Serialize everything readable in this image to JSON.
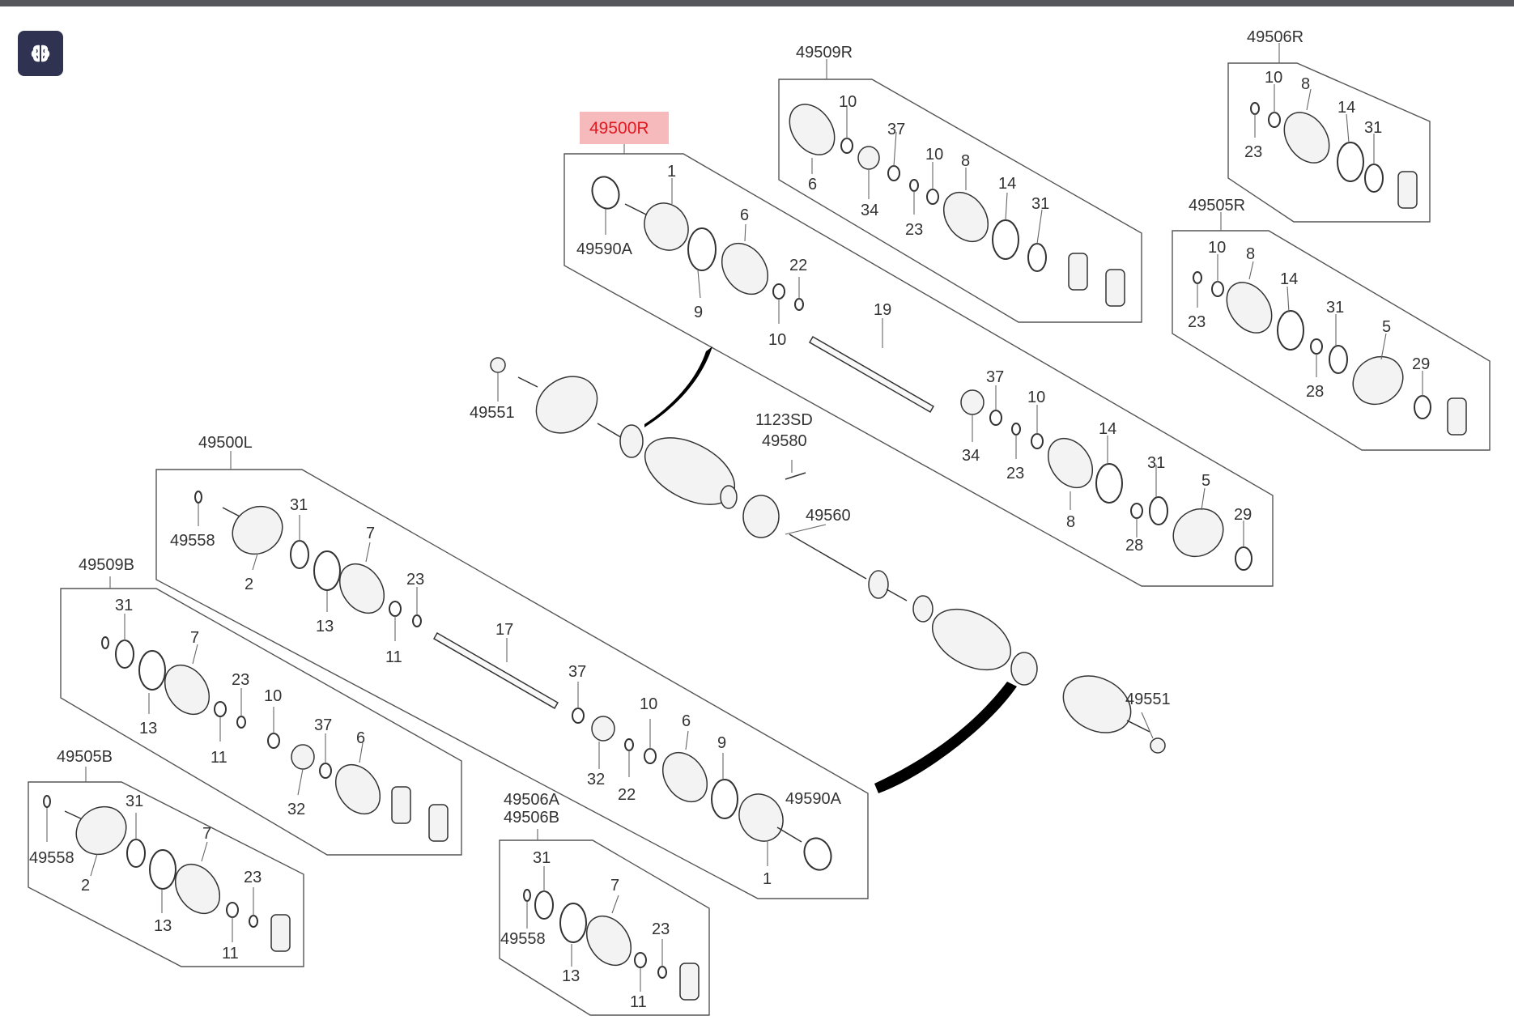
{
  "ui": {
    "accent_color": "#2f3250",
    "menu_icon": "brain-icon",
    "highlight_color": "#f6b9bc",
    "highlight_text_color": "#e01a22"
  },
  "highlighted": "49500R",
  "groups": {
    "49500R": [
      "49590A",
      "1",
      "9",
      "6",
      "22",
      "10",
      "19",
      "37",
      "34",
      "10",
      "23",
      "14",
      "8",
      "31",
      "28",
      "5",
      "29"
    ],
    "49509R": [
      "10",
      "6",
      "37",
      "34",
      "10",
      "23",
      "8",
      "14",
      "31"
    ],
    "49506R": [
      "10",
      "8",
      "23",
      "14",
      "31"
    ],
    "49505R": [
      "10",
      "8",
      "23",
      "14",
      "31",
      "28",
      "5",
      "29"
    ],
    "49500L": [
      "49558",
      "31",
      "2",
      "7",
      "13",
      "23",
      "11",
      "17",
      "37",
      "32",
      "22",
      "10",
      "6",
      "9",
      "49590A",
      "1"
    ],
    "49509B": [
      "31",
      "7",
      "13",
      "23",
      "11",
      "10",
      "37",
      "32",
      "6"
    ],
    "49505B": [
      "49558",
      "31",
      "2",
      "7",
      "13",
      "23",
      "11"
    ],
    "49506A_49506B": [
      "31",
      "49558",
      "7",
      "13",
      "23",
      "11"
    ]
  },
  "free_labels": [
    "49551",
    "1123SD",
    "49580",
    "49560",
    "49551"
  ]
}
